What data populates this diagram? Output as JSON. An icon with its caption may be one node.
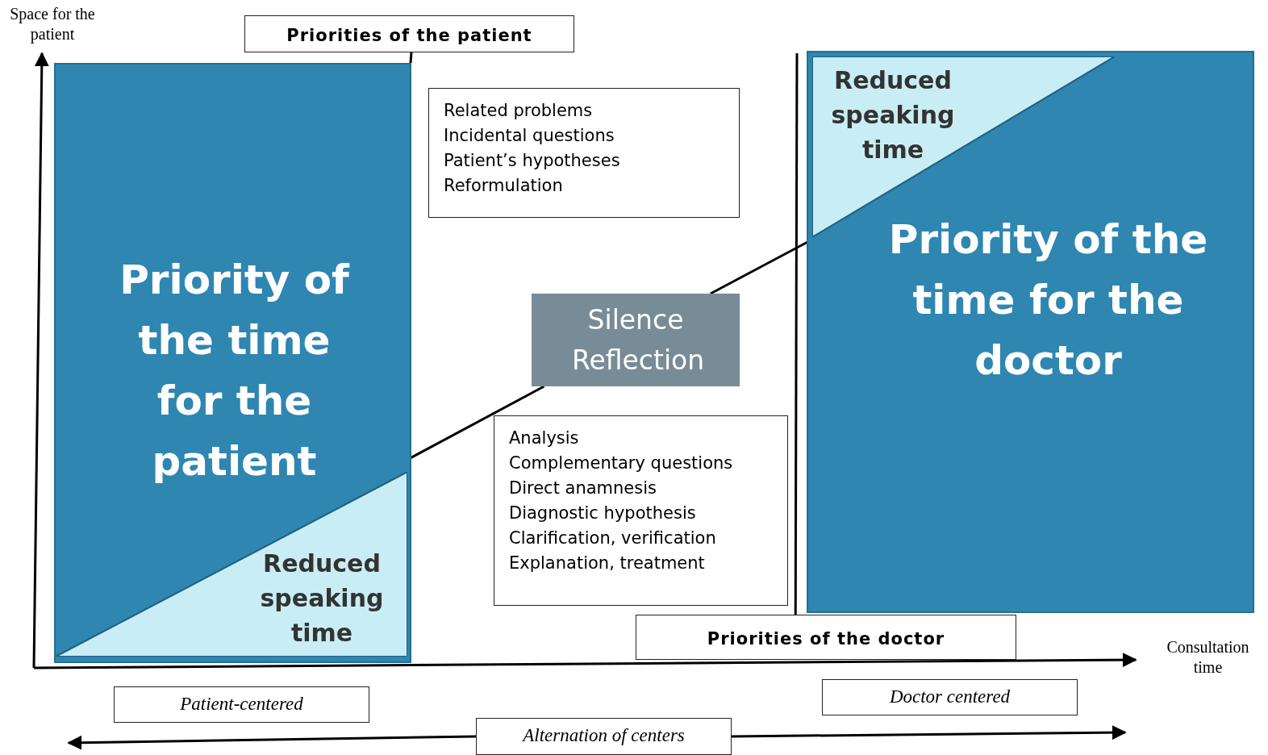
{
  "diagram": {
    "nodes": [
      {
        "text": [
          "Priorities of the patient"
        ]
      },
      {
        "text": [
          "Priority of the time for the patient"
        ]
      },
      {
        "text": [
          "Reduced speaking time"
        ],
        "in": 1
      },
      {
        "text": [
          "Related problems",
          "Incidental questions",
          "Patient’s hypotheses",
          "Reformulation"
        ]
      },
      {
        "text": [
          "Silence Reflection"
        ]
      },
      {
        "text": [
          "Analysis",
          "Complementary questions",
          "Direct anamnesis",
          "Diagnostic hypothesis",
          "Clarification, verification",
          "Explanation, treatment"
        ]
      },
      {
        "text": [
          "Priority of the time for the doctor"
        ]
      },
      {
        "text": [
          "Reduced speaking time"
        ],
        "in": 6
      },
      {
        "text": [
          "Priorities of the doctor"
        ]
      },
      {
        "text": [
          "Patient-centered"
        ]
      },
      {
        "text": [
          "Doctor centered"
        ]
      },
      {
        "text": [
          "Alternation of centers"
        ]
      }
    ],
    "edges": [
      {
        "from": 0,
        "to": 1,
        "arrow": "none"
      },
      {
        "from": 6,
        "to": 8,
        "arrow": "none"
      },
      {
        "from": 11,
        "to": null,
        "arrow": "to"
      },
      {
        "from": 11,
        "to": null,
        "arrow": "to"
      },
      {
        "from": 2,
        "to": 4,
        "arrow": "none"
      },
      {
        "from": 4,
        "to": 7,
        "arrow": "none"
      }
    ],
    "labels": [
      "Space for the patient",
      "Consultation time"
    ]
  }
}
